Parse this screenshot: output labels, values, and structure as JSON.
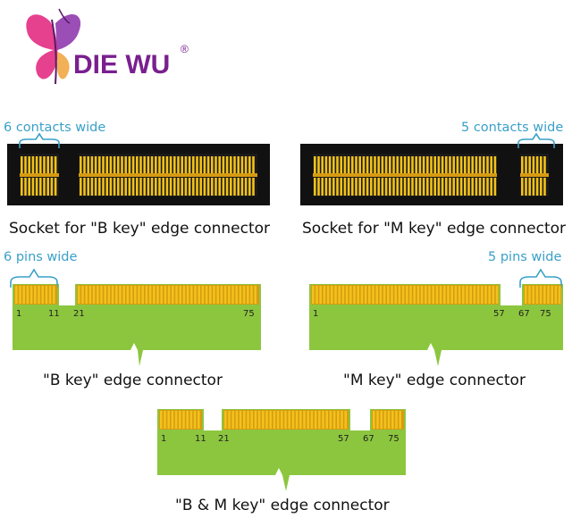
{
  "logo": {
    "brand": "DIE WU",
    "reg_mark": "®"
  },
  "annotations": {
    "b_socket": "6 contacts wide",
    "m_socket": "5 contacts wide",
    "b_pins": "6 pins wide",
    "m_pins": "5 pins wide"
  },
  "captions": {
    "b_socket": "Socket for \"B key\" edge connector",
    "m_socket": "Socket for \"M key\" edge connector",
    "b_connector": "\"B key\" edge connector",
    "m_connector": "\"M key\" edge connector",
    "bm_connector": "\"B & M key\" edge connector"
  },
  "pin_labels": {
    "b_connector": [
      "1",
      "11",
      "21",
      "75"
    ],
    "m_connector": [
      "1",
      "57",
      "67",
      "75"
    ],
    "bm_connector": [
      "1",
      "11",
      "21",
      "57",
      "67",
      "75"
    ]
  },
  "colors": {
    "pcb_green": "#8cc63f",
    "gold": "#f2c21b",
    "gold_dark": "#d79b12",
    "socket_black": "#111111",
    "annotation_blue": "#3aa0c8",
    "brand_purple": "#7a1f8f"
  }
}
